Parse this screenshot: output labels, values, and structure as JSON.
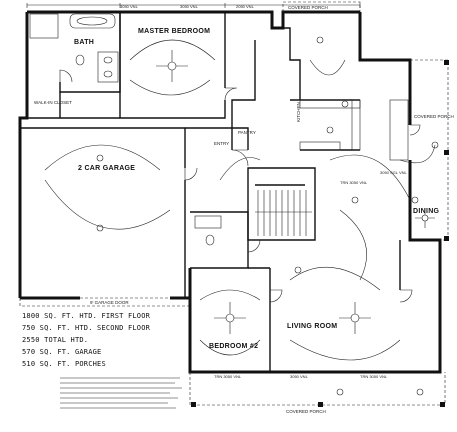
{
  "rooms": {
    "bath": "BATH",
    "master_bedroom": "MASTER BEDROOM",
    "walk_in_closet": "WALK-IN CLOSET",
    "covered_porch_top": "COVERED PORCH",
    "garage": "2 CAR GARAGE",
    "kitchen": "KITCHEN",
    "pantry": "PANTRY",
    "covered_porch_right": "COVERED PORCH",
    "dining": "DINING",
    "living_room": "LIVING ROOM",
    "bedroom2": "BEDROOM #2",
    "covered_porch_bottom": "COVERED PORCH",
    "garage_door": "9' GARAGE DOOR",
    "entry": "ENTRY"
  },
  "areas": {
    "line1": "1800 SQ. FT. HTD. FIRST FLOOR",
    "line2": "750 SQ. FT. HTD. SECOND FLOOR",
    "line3": "2550 TOTAL HTD.",
    "line4": "570 SQ. FT. GARAGE",
    "line5": "510 SQ. FT. PORCHES"
  },
  "windows": {
    "top1": "3050 VNL",
    "top2": "3050 VNL",
    "top3": "2050 VNL",
    "right1": "3050 SGL VNL",
    "right2": "TRN 3050 VNL",
    "bot1": "TRN 3050 VNL",
    "bot2": "3050 VNL",
    "bot3": "TRN 3050 VNL"
  }
}
